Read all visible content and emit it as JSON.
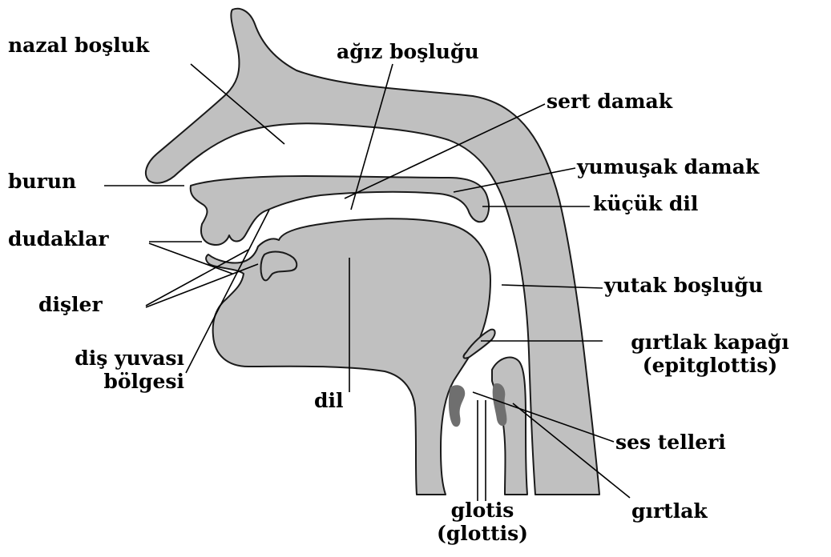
{
  "colors": {
    "tissue": "#c0c0c0",
    "tissue_outline": "#1a1a1a",
    "vocal_folds": "#6f6f6f",
    "label_text": "#000000",
    "leader_line": "#000000",
    "background": "#ffffff"
  },
  "labels": {
    "nasal_cavity": "nazal boşluk",
    "oral_cavity": "ağız boşluğu",
    "hard_palate": "sert damak",
    "nose": "burun",
    "soft_palate": "yumuşak damak",
    "uvula": "küçük dil",
    "lips": "dudaklar",
    "teeth": "dişler",
    "pharynx": "yutak boşluğu",
    "alveolar_line1": "diş yuvası",
    "alveolar_line2": "bölgesi",
    "epiglottis_line1": "gırtlak kapağı",
    "epiglottis_line2": "(epitglottis)",
    "tongue": "dil",
    "vocal_cords": "ses telleri",
    "glottis_line1": "glotis",
    "glottis_line2": "(glottis)",
    "larynx": "gırtlak"
  }
}
